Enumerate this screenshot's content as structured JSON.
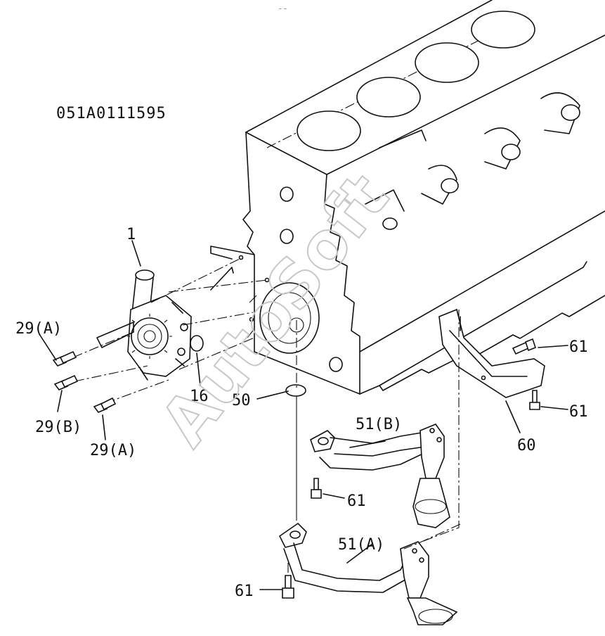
{
  "figure_code": "051A0111595",
  "top_mark": "— —",
  "watermark": "AutoSoft",
  "callouts": {
    "c1": "1",
    "c16": "16",
    "c29a_top": "29(A)",
    "c29b": "29(B)",
    "c29a_bottom": "29(A)",
    "c50": "50",
    "c51b": "51(B)",
    "c51a": "51(A)",
    "c60": "60",
    "c61_right_top": "61",
    "c61_right_mid": "61",
    "c61_mid": "61",
    "c61_bottom": "61"
  }
}
